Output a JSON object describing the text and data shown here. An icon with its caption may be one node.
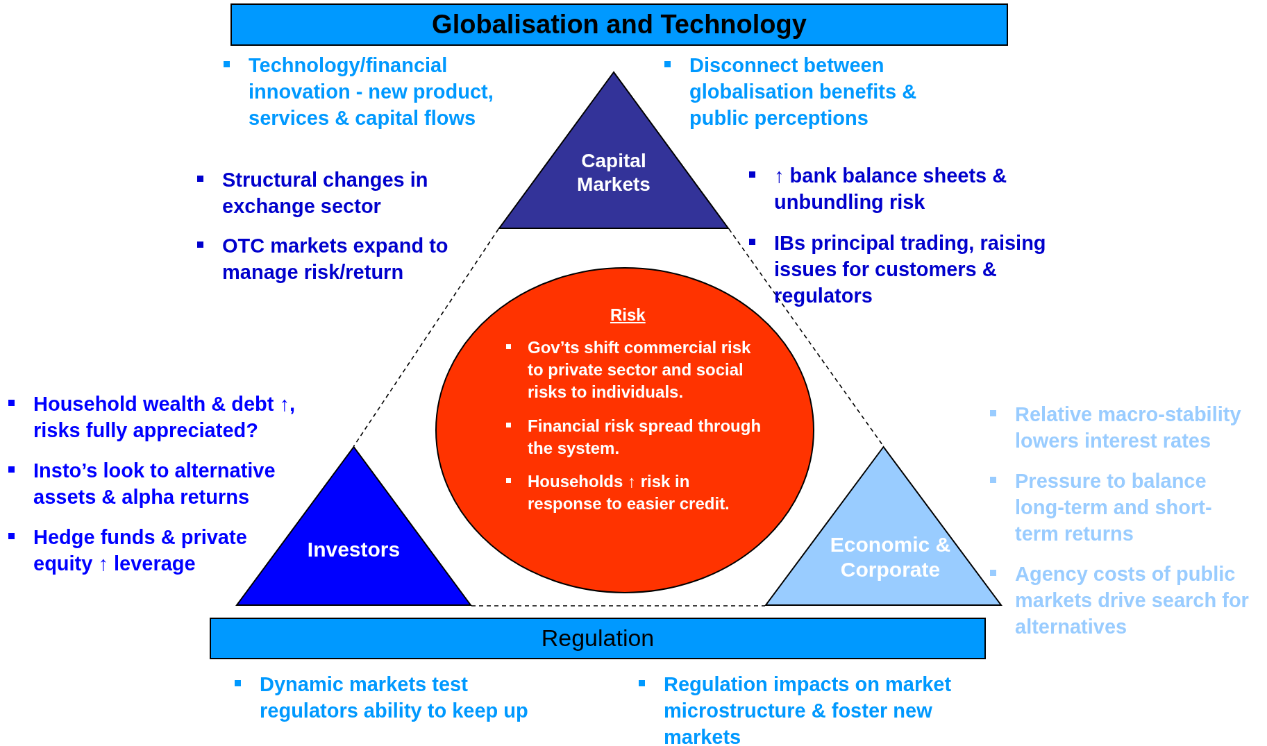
{
  "diagram": {
    "nodes": [
      {
        "text": [
          "Globalisation and Technology"
        ]
      },
      {
        "text": [
          "Capital Markets"
        ]
      },
      {
        "text": [
          "Risk",
          "Gov’ts shift commercial risk to private sector and social risks to individuals.",
          "Financial risk spread through the system.",
          "Households ↑ risk in response to easier credit."
        ]
      },
      {
        "text": [
          "Investors"
        ]
      },
      {
        "text": [
          "Economic & Corporate"
        ]
      },
      {
        "text": [
          "Regulation"
        ]
      }
    ],
    "edges": [
      {
        "from": 1,
        "to": 3,
        "arrow": "none",
        "style": "dashed"
      },
      {
        "from": 1,
        "to": 4,
        "arrow": "none",
        "style": "dashed"
      },
      {
        "from": 3,
        "to": 4,
        "arrow": "none",
        "style": "dashed"
      }
    ],
    "labels": [
      "Technology/financial innovation - new product, services & capital flows",
      "Disconnect between globalisation benefits & public perceptions",
      "Structural changes in exchange sector",
      "↑ bank balance sheets & unbundling risk",
      "OTC markets expand to manage risk/return",
      "IBs principal trading, raising issues for customers & regulators",
      "Household wealth & debt ↑, risks fully appreciated?",
      "Relative macro-stability lowers interest rates",
      "Insto’s look to alternative assets & alpha returns",
      "Pressure to balance long-term and short-term returns",
      "Hedge funds & private equity ↑ leverage",
      "Agency costs of public markets drive search for alternatives",
      "Dynamic markets test regulators ability to keep up",
      "Regulation impacts on market microstructure & foster new markets"
    ]
  }
}
